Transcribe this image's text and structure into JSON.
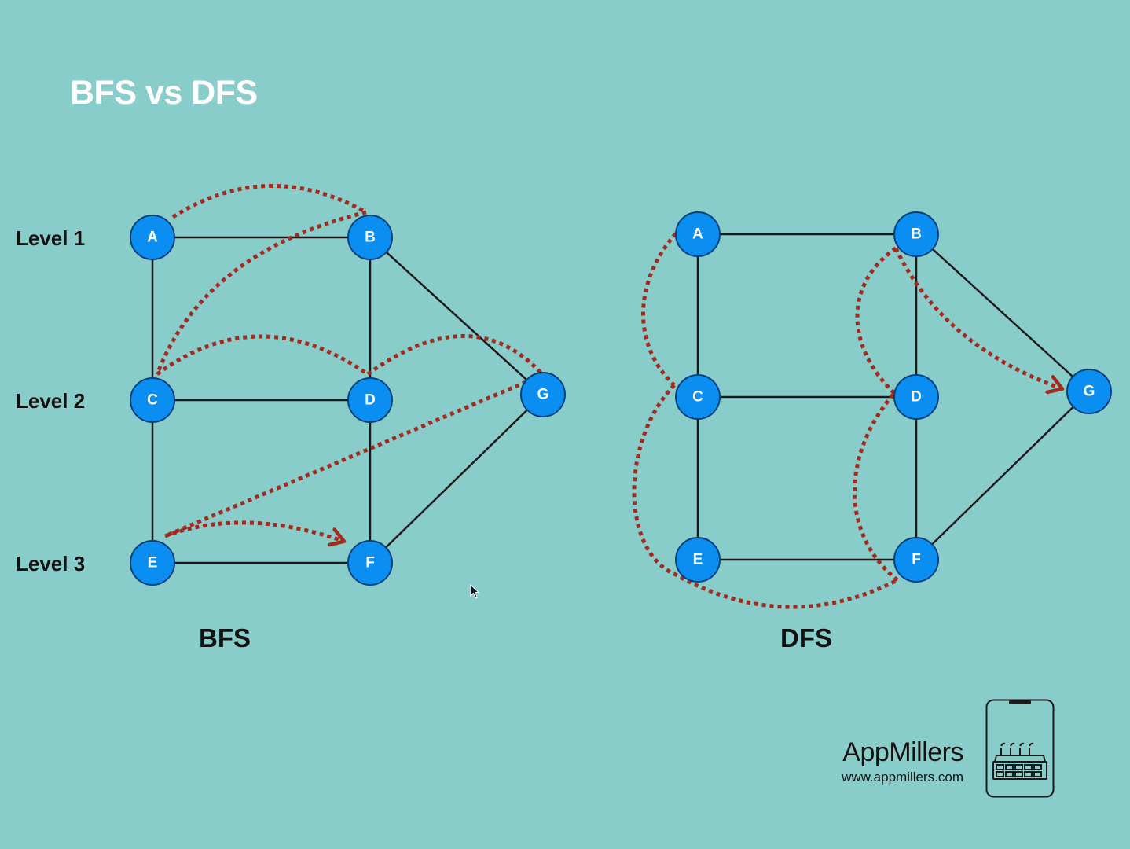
{
  "slide": {
    "title": "BFS vs DFS",
    "levels": [
      "Level 1",
      "Level 2",
      "Level 3"
    ]
  },
  "bfs": {
    "caption": "BFS",
    "nodes": [
      "A",
      "B",
      "C",
      "D",
      "E",
      "F",
      "G"
    ],
    "edges": [
      [
        "A",
        "B"
      ],
      [
        "A",
        "C"
      ],
      [
        "B",
        "D"
      ],
      [
        "B",
        "G"
      ],
      [
        "C",
        "D"
      ],
      [
        "C",
        "E"
      ],
      [
        "D",
        "F"
      ],
      [
        "E",
        "F"
      ],
      [
        "F",
        "G"
      ]
    ],
    "traversal_order": [
      "A",
      "B",
      "C",
      "D",
      "G",
      "E",
      "F"
    ]
  },
  "dfs": {
    "caption": "DFS",
    "nodes": [
      "A",
      "B",
      "C",
      "D",
      "E",
      "F",
      "G"
    ],
    "edges": [
      [
        "A",
        "B"
      ],
      [
        "A",
        "C"
      ],
      [
        "B",
        "D"
      ],
      [
        "B",
        "G"
      ],
      [
        "C",
        "D"
      ],
      [
        "C",
        "E"
      ],
      [
        "D",
        "F"
      ],
      [
        "E",
        "F"
      ],
      [
        "F",
        "G"
      ]
    ],
    "traversal_order": [
      "A",
      "C",
      "E",
      "F",
      "D",
      "B",
      "G"
    ]
  },
  "colors": {
    "background": "#89cdcb",
    "node_fill": "#0a8ef2",
    "traversal_path": "#a32a1e",
    "title": "#ffffff"
  },
  "branding": {
    "name": "AppMillers",
    "url": "www.appmillers.com",
    "logo_icon": "phone-factory-icon"
  }
}
